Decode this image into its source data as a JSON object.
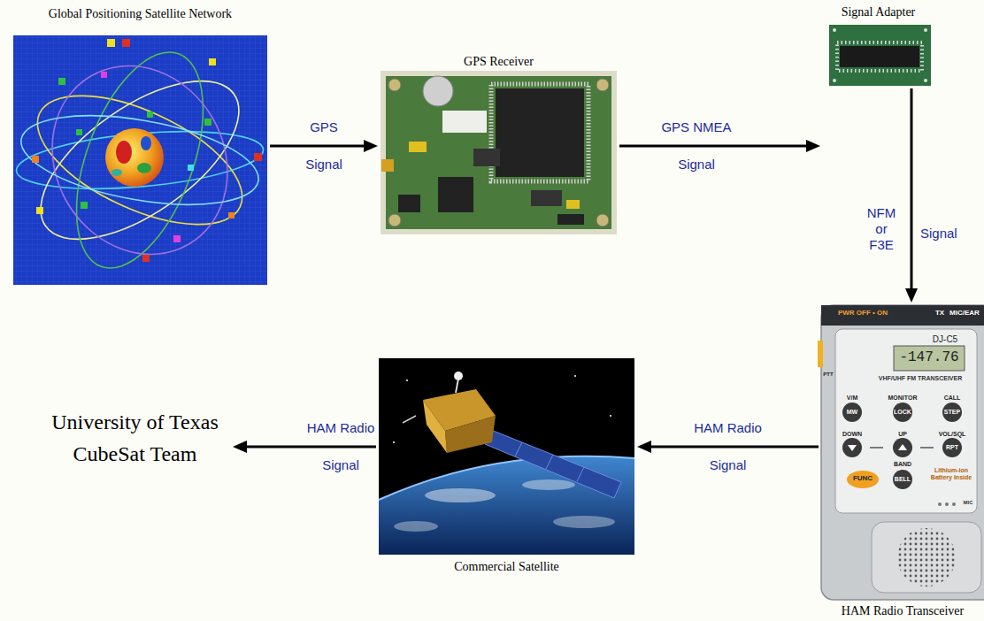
{
  "diagram": {
    "nodes": [
      {
        "text": [
          "Global Positioning Satellite Network"
        ]
      },
      {
        "text": [
          "GPS Receiver"
        ]
      },
      {
        "text": [
          "Signal Adapter"
        ]
      },
      {
        "text": [
          "HAM Radio Transceiver"
        ]
      },
      {
        "text": [
          "Commercial Satellite"
        ]
      },
      {
        "text": [
          "University of Texas CubeSat Team"
        ]
      }
    ],
    "edges": [
      {
        "from": 0,
        "to": 1,
        "label": "GPS Signal",
        "arrow": "to"
      },
      {
        "from": 1,
        "to": 2,
        "label": "GPS NMEA Signal",
        "arrow": "to"
      },
      {
        "from": 2,
        "to": 3,
        "label": "Signal",
        "arrow": "to"
      },
      {
        "from": 3,
        "to": 4,
        "label": "HAM Radio Signal",
        "arrow": "to"
      },
      {
        "from": 4,
        "to": 5,
        "label": "HAM Radio Signal",
        "arrow": "to"
      }
    ],
    "labels": [
      "NFM or F3E",
      "PWR OFF • ON",
      "TX",
      "MIC/EAR",
      "DJ-C5",
      "-147.76",
      "VHF/UHF FM TRANSCEIVER",
      "V/M",
      "MONITOR",
      "CALL",
      "MW",
      "LOCK",
      "STEP",
      "DOWN",
      "UP",
      "VOL/SQL",
      "RPT",
      "BAND",
      "FUNC",
      "BELL",
      "Lithium-ion Battery Inside",
      "MIC",
      "PTT"
    ]
  }
}
